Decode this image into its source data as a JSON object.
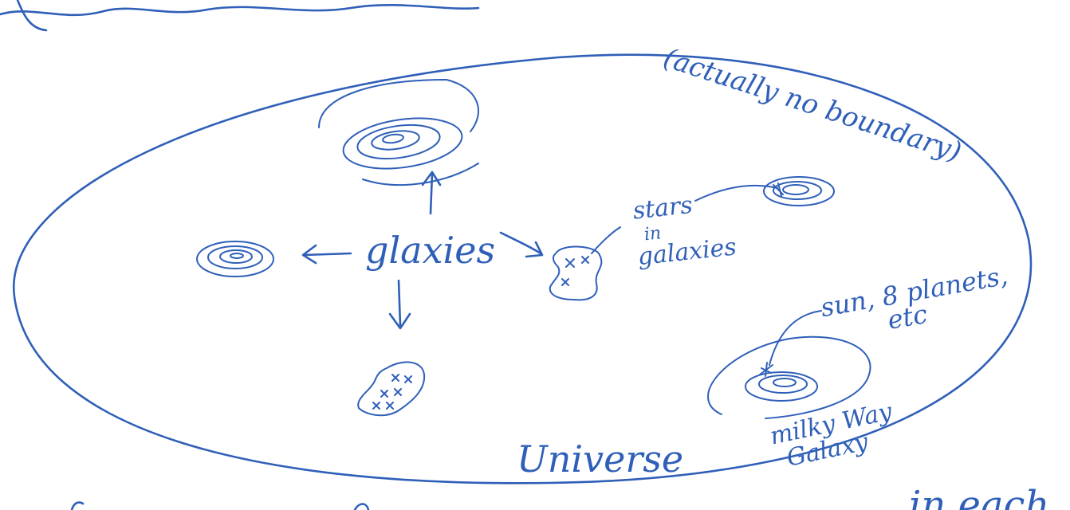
{
  "diagram": {
    "ink_color": "#2f5fb8",
    "background": "#ffffff",
    "labels": {
      "boundary_note": "(actually no boundary)",
      "glaxies": "glaxies",
      "stars_line1": "stars",
      "stars_line2": "in",
      "stars_line3": "galaxies",
      "sun_line1": "sun, 8 planets,",
      "sun_line2": "etc",
      "milky_line1": "milky Way",
      "milky_line2": "Galaxy",
      "universe": "Universe",
      "bottom_fragment": "in each"
    }
  }
}
